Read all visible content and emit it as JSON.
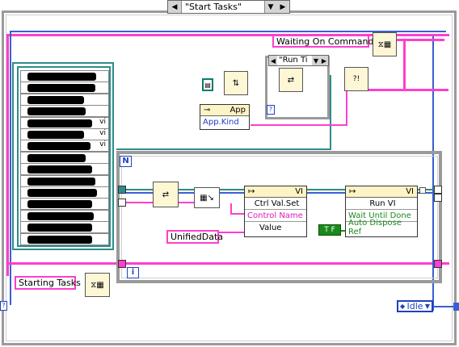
{
  "case_selector": {
    "label": "\"Start Tasks\"",
    "left_arrow": "◀",
    "right_arrow": "▶",
    "dropdown": "▼"
  },
  "strings": {
    "waiting": "Waiting On Commands",
    "starting": "Starting Tasks",
    "unified": "UnifiedData",
    "run_ti": "\"Run Ti"
  },
  "app_node": {
    "title": "App",
    "property": "App.Kind"
  },
  "ctrl_node": {
    "header": "VI",
    "title": "Ctrl Val.Set",
    "rows": [
      "Control Name",
      "Value"
    ]
  },
  "run_node": {
    "header": "VI",
    "title": "Run VI",
    "rows": [
      "Wait Until Done",
      "Auto Dispose Ref"
    ]
  },
  "array_items": [
    {
      "text": ""
    },
    {
      "text": ""
    },
    {
      "text": ""
    },
    {
      "text": ""
    },
    {
      "text": "vi"
    },
    {
      "text": "vi"
    },
    {
      "text": "vi"
    },
    {
      "text": ""
    },
    {
      "text": ""
    },
    {
      "text": ""
    },
    {
      "text": ""
    },
    {
      "text": ""
    },
    {
      "text": ""
    },
    {
      "text": ""
    },
    {
      "text": ""
    }
  ],
  "loop_labels": {
    "n": "N",
    "i": "i"
  },
  "enum_idle": {
    "label": "Idle",
    "prefix": "◆",
    "dropdown": "▼"
  },
  "bool_const": "T F",
  "colors": {
    "string_wire": "#ff3ecd",
    "ref_wire": "#2e8b8b",
    "enum_wire": "#3a5fd0",
    "bool_wire": "#1a8a1a",
    "frame": "#9a9a9a"
  }
}
